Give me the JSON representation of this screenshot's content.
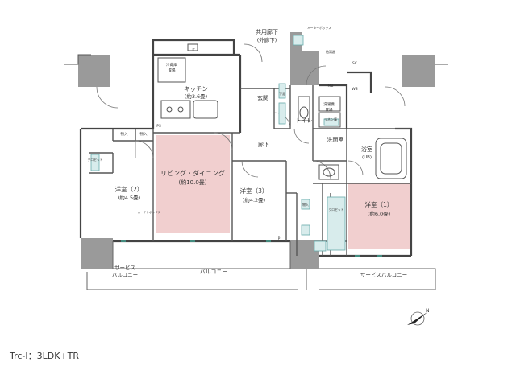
{
  "plan": {
    "type_caption": "Trc-I：3LDK+TR",
    "rooms": {
      "kitchen": "キッチン",
      "kitchen_size": "(約3.6畳)",
      "living": "リビング・ダイニング",
      "living_size": "(約10.0畳)",
      "western2": "洋室（2）",
      "western2_size": "(約4.5畳)",
      "western3": "洋室（3）",
      "western3_size": "(約4.2畳)",
      "western1": "洋室（1）",
      "western1_size": "(約6.0畳)",
      "entrance": "玄関",
      "toilet": "トイレ",
      "corridor": "廊下",
      "washroom": "洗面室",
      "bathroom": "浴室",
      "bathroom_unit": "(UB)",
      "common_corridor": "共用廊下",
      "common_corridor_sub": "(外廊下)",
      "balcony": "バルコニー",
      "service_balcony_left_1": "サービス",
      "service_balcony_left_2": "バルコニー",
      "service_balcony_right": "サービスバルコニー"
    },
    "small_labels": {
      "fridge_1": "冷蔵庫",
      "fridge_2": "置場",
      "washer_1": "洗濯機",
      "washer_2": "置場",
      "shoes": "下足",
      "storage_left": "物入",
      "storage_mid": "物入",
      "storage_right": "物入",
      "closet": "クロゼット",
      "kc": "K",
      "ps": "PS",
      "mb": "MB",
      "p": "P",
      "sc": "SC",
      "ws": "WS",
      "water_heater": "給湯器",
      "meter_box": "メーターボックス",
      "curtain": "カーテンボックス",
      "linen": "リネン庫"
    }
  }
}
